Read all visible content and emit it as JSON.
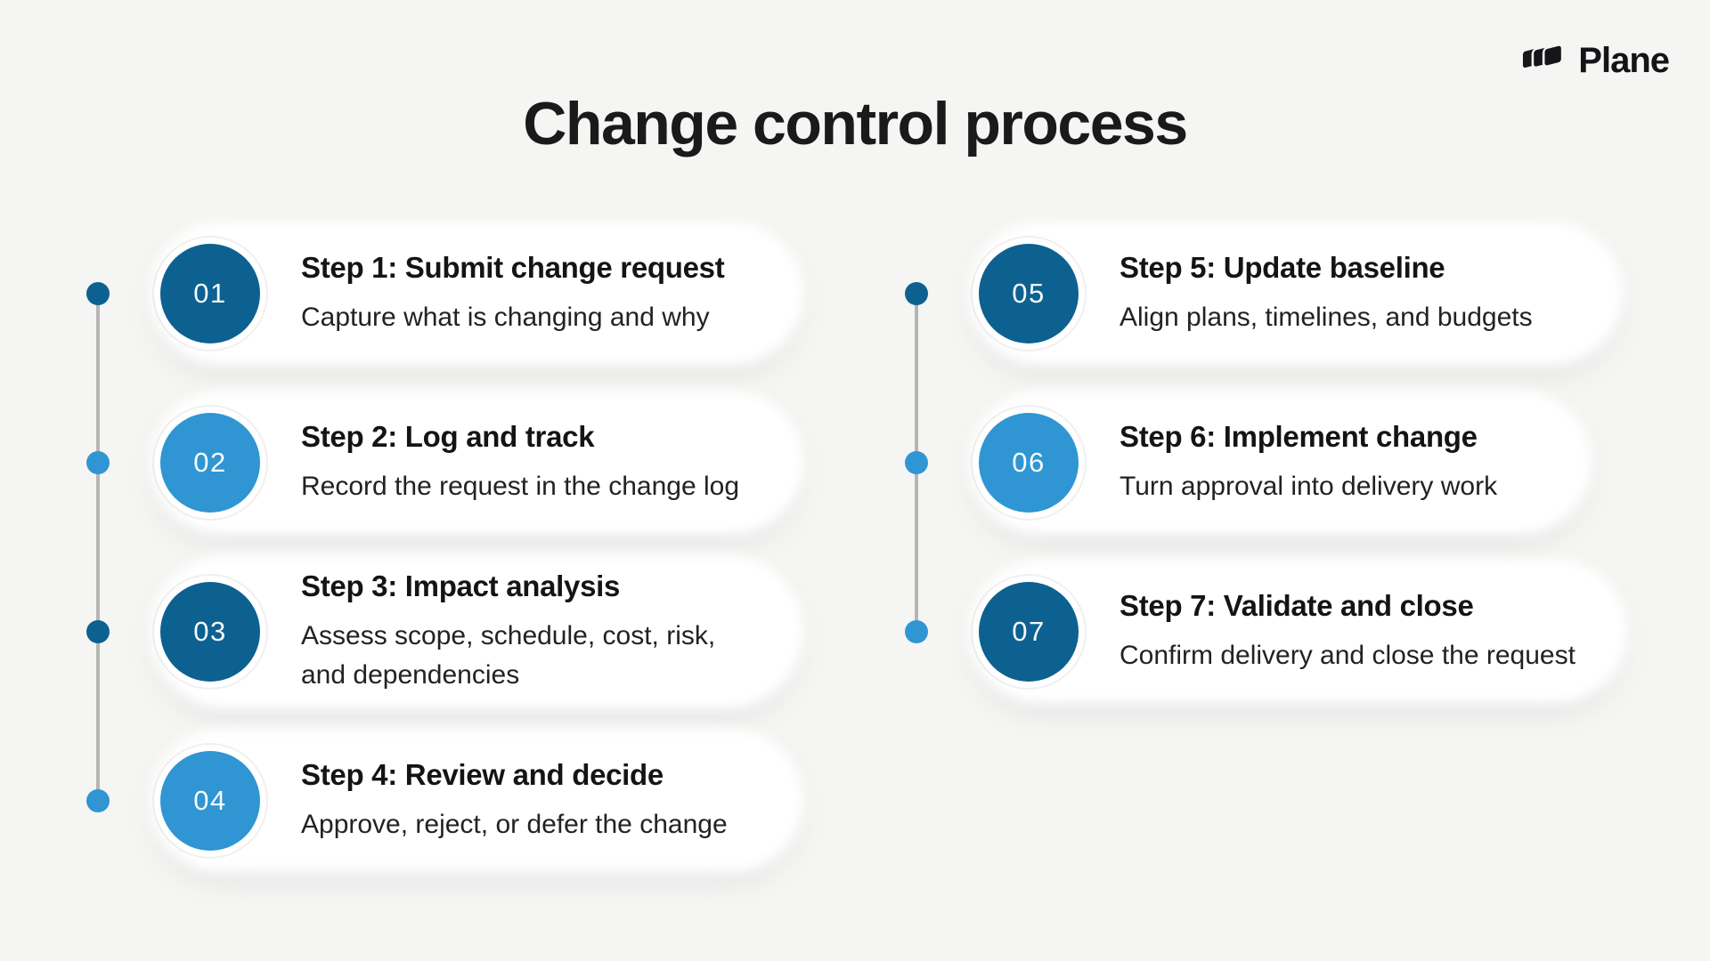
{
  "brand": {
    "name": "Plane",
    "logo_icon": "plane-logo-mark"
  },
  "title": "Change control process",
  "colors": {
    "background": "#f5f5f3",
    "dark": "#0d6190",
    "light": "#2f96d3",
    "card": "#ffffff",
    "line": "#b5b5b5",
    "text": "#1a1a1a"
  },
  "steps": [
    {
      "number": "01",
      "title": "Step 1: Submit change request",
      "description": "Capture what is changing and why",
      "tone": "dark",
      "dot_tone": "dark"
    },
    {
      "number": "02",
      "title": "Step 2: Log and track",
      "description": "Record the request in the change log",
      "tone": "light",
      "dot_tone": "light"
    },
    {
      "number": "03",
      "title": "Step 3: Impact analysis",
      "description": "Assess scope, schedule, cost, risk, and dependencies",
      "tone": "dark",
      "dot_tone": "dark"
    },
    {
      "number": "04",
      "title": "Step 4: Review and decide",
      "description": "Approve, reject, or defer the change",
      "tone": "light",
      "dot_tone": "light"
    },
    {
      "number": "05",
      "title": "Step 5: Update baseline",
      "description": "Align plans, timelines, and budgets",
      "tone": "dark",
      "dot_tone": "dark"
    },
    {
      "number": "06",
      "title": "Step 6: Implement change",
      "description": "Turn approval into delivery work",
      "tone": "light",
      "dot_tone": "light"
    },
    {
      "number": "07",
      "title": "Step 7: Validate and close",
      "description": "Confirm delivery and close the request",
      "tone": "dark",
      "dot_tone": "light"
    }
  ]
}
